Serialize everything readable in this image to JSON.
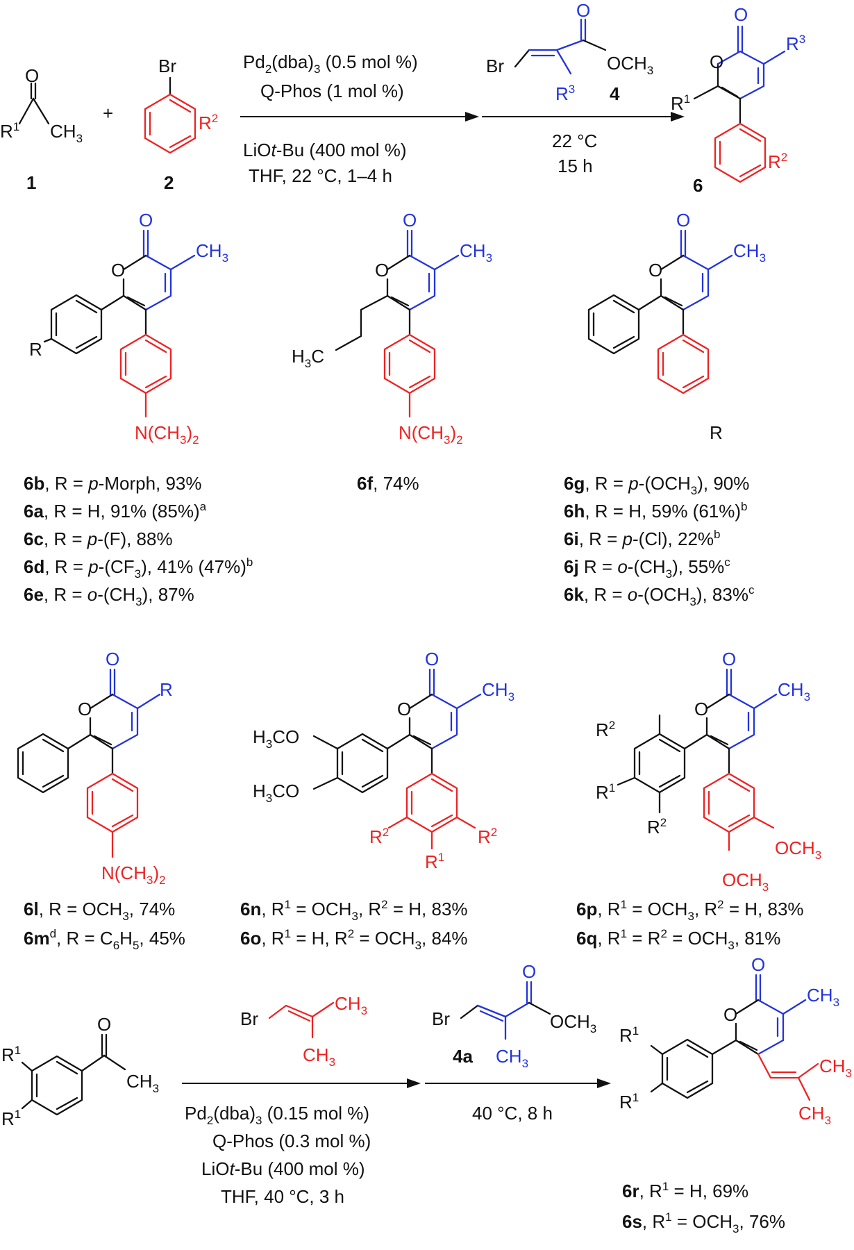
{
  "colors": {
    "ink": "#111111",
    "aryl": "#ee2222",
    "ester": "#2233dd"
  },
  "top": {
    "compound1": {
      "label": "1",
      "o": "O",
      "r1": "R",
      "r1_sup": "1",
      "ch3": "CH",
      "ch3_sub": "3"
    },
    "plus": "+",
    "compound2": {
      "label": "2",
      "br": "Br",
      "r2": "R",
      "r2_sup": "2"
    },
    "step1": {
      "line1_a": "Pd",
      "line1_sub1": "2",
      "line1_b": "(dba)",
      "line1_sub2": "3",
      "line1_c": " (0.5 mol %)",
      "line2": "Q-Phos (1 mol %)",
      "line3_a": "LiO",
      "line3_italic": "t",
      "line3_b": "-Bu (400 mol %)",
      "line4": "THF, 22 °C, 1–4 h"
    },
    "reagent4": {
      "label": "4",
      "br": "Br",
      "o": "O",
      "och3": "OCH",
      "sub3": "3",
      "r3": "R",
      "r3_sup": "3"
    },
    "step2": {
      "line1": "22 °C",
      "line2": "15 h"
    },
    "product6": {
      "label": "6",
      "o_ring": "O",
      "o_carbonyl": "O",
      "r1": "R",
      "r1_sup": "1",
      "r2": "R",
      "r2_sup": "2",
      "r3": "R",
      "r3_sup": "3"
    }
  },
  "row1": {
    "left": {
      "r": "R",
      "o": "O",
      "oc": "O",
      "ch3": "CH",
      "ch3_sub": "3",
      "nme2_a": "N(CH",
      "nme2_sub1": "3",
      "nme2_b": ")",
      "nme2_sub2": "2",
      "entries": [
        {
          "id": "6b",
          "text1": ", R = ",
          "ital": "p",
          "text2": "-Morph, 93%",
          "sup": ""
        },
        {
          "id": "6a",
          "text1": ", R = H, 91% (85%)",
          "ital": "",
          "text2": "",
          "sup": "a"
        },
        {
          "id": "6c",
          "text1": ", R = ",
          "ital": "p",
          "text2": "-(F), 88%",
          "sup": ""
        },
        {
          "id": "6d",
          "text1": ", R = ",
          "ital": "p",
          "text2": "-(CF",
          "sub": "3",
          "text3": "), 41% (47%)",
          "sup": "b"
        },
        {
          "id": "6e",
          "text1": ", R = ",
          "ital": "o",
          "text2": "-(CH",
          "sub": "3",
          "text3": "), 87%",
          "sup": ""
        }
      ]
    },
    "middle": {
      "h3c_a": "H",
      "h3c_sub": "3",
      "h3c_b": "C",
      "o": "O",
      "oc": "O",
      "ch3": "CH",
      "ch3_sub": "3",
      "nme2_a": "N(CH",
      "nme2_sub1": "3",
      "nme2_b": ")",
      "nme2_sub2": "2",
      "entry_id": "6f",
      "entry_text": ", 74%"
    },
    "right": {
      "o": "O",
      "oc": "O",
      "ch3": "CH",
      "ch3_sub": "3",
      "r": "R",
      "entries": [
        {
          "id": "6g",
          "text1": ", R = ",
          "ital": "p",
          "text2": "-(OCH",
          "sub": "3",
          "text3": "), 90%",
          "sup": ""
        },
        {
          "id": "6h",
          "text1": ", R = H, 59% (61%)",
          "sup": "b"
        },
        {
          "id": "6i",
          "text1": ", R = ",
          "ital": "p",
          "text2": "-(Cl), 22%",
          "sup": "b"
        },
        {
          "id": "6j",
          "text1": " R = ",
          "ital": "o",
          "text2": "-(CH",
          "sub": "3",
          "text3": "), 55%",
          "sup": "c"
        },
        {
          "id": "6k",
          "text1": ", R = ",
          "ital": "o",
          "text2": "-(OCH",
          "sub": "3",
          "text3": "), 83%",
          "sup": "c"
        }
      ]
    }
  },
  "row2": {
    "left": {
      "o": "O",
      "oc": "O",
      "r": "R",
      "nme2_a": "N(CH",
      "nme2_sub1": "3",
      "nme2_b": ")",
      "nme2_sub2": "2",
      "entry1": {
        "id": "6l",
        "text": ", R = OCH",
        "sub": "3",
        "text2": ", 74%"
      },
      "entry2": {
        "id": "6m",
        "sup": "d",
        "text": ", R = C",
        "sub1": "6",
        "text2": "H",
        "sub2": "5",
        "text3": ", 45%"
      }
    },
    "middle": {
      "h3co": "H",
      "h3co_sub": "3",
      "h3co_b": "CO",
      "o": "O",
      "oc": "O",
      "ch3": "CH",
      "ch3_sub": "3",
      "r1": "R",
      "r1_sup": "1",
      "r2": "R",
      "r2_sup": "2",
      "entry1": {
        "id": "6n",
        "a": ", R",
        "a_sup": "1",
        "b": " = OCH",
        "b_sub": "3",
        "c": ", R",
        "c_sup": "2",
        "d": " = H, 83%"
      },
      "entry2": {
        "id": "6o",
        "a": ", R",
        "a_sup": "1",
        "b": " = H, R",
        "b_sup": "2",
        "c": " = OCH",
        "c_sub": "3",
        "d": ", 84%"
      }
    },
    "right": {
      "o": "O",
      "oc": "O",
      "ch3": "CH",
      "ch3_sub": "3",
      "r1": "R",
      "r1_sup": "1",
      "r2": "R",
      "r2_sup": "2",
      "och3": "OCH",
      "och3_sub": "3",
      "entry1": {
        "id": "6p",
        "a": ", R",
        "a_sup": "1",
        "b": " = OCH",
        "b_sub": "3",
        "c": ", R",
        "c_sup": "2",
        "d": " = H, 83%"
      },
      "entry2": {
        "id": "6q",
        "a": ", R",
        "a_sup": "1",
        "b": " = R",
        "b_sup": "2",
        "c": " = OCH",
        "c_sub": "3",
        "d": ", 81%"
      }
    }
  },
  "bottom": {
    "start": {
      "o": "O",
      "r1": "R",
      "r1_sup": "1",
      "ch3": "CH",
      "ch3_sub": "3"
    },
    "vinyl": {
      "br": "Br",
      "ch3": "CH",
      "ch3_sub": "3"
    },
    "step1": {
      "line1_a": "Pd",
      "line1_sub1": "2",
      "line1_b": "(dba)",
      "line1_sub2": "3",
      "line1_c": " (0.15 mol %)",
      "line2": "Q-Phos (0.3 mol %)",
      "line3_a": "LiO",
      "line3_italic": "t",
      "line3_b": "-Bu (400 mol %)",
      "line4": "THF, 40 °C, 3 h"
    },
    "reagent4a": {
      "label": "4a",
      "br": "Br",
      "o": "O",
      "och3": "OCH",
      "sub3": "3",
      "ch3": "CH",
      "ch3_sub": "3"
    },
    "step2": "40 °C, 8 h",
    "product": {
      "o": "O",
      "oc": "O",
      "ch3": "CH",
      "ch3_sub": "3",
      "r1": "R",
      "r1_sup": "1",
      "entry1": {
        "id": "6r",
        "a": ", R",
        "a_sup": "1",
        "b": " = H, 69%"
      },
      "entry2": {
        "id": "6s",
        "a": ", R",
        "a_sup": "1",
        "b": " = OCH",
        "b_sub": "3",
        "c": ", 76%"
      }
    }
  }
}
